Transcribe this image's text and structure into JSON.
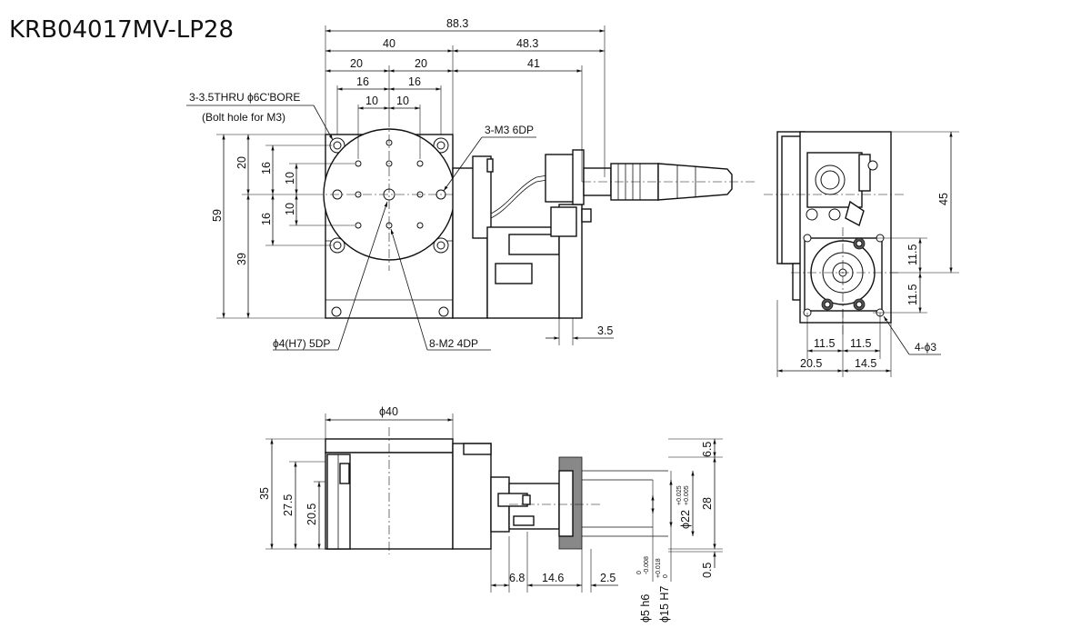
{
  "title": "KRB04017MV-LP28",
  "notes": {
    "thru_bore": "3-3.5THRU ϕ6C'BORE",
    "bolt_hole": "(Bolt hole for M3)",
    "m3_tap": "3-M3 6DP",
    "pin_hole": "ϕ4(H7) 5DP",
    "m2_tap": "8-M2 4DP",
    "side_holes": "4-ϕ3"
  },
  "top_view": {
    "d_88_3": "88.3",
    "d_40": "40",
    "d_48_3": "48.3",
    "d_20_a": "20",
    "d_20_b": "20",
    "d_41": "41",
    "d_16_a": "16",
    "d_16_b": "16",
    "d_10_a": "10",
    "d_10_b": "10",
    "d_3_5": "3.5",
    "v_59": "59",
    "v_39": "39",
    "v_20": "20",
    "v_16_a": "16",
    "v_16_b": "16",
    "v_10_a": "10",
    "v_10_b": "10"
  },
  "end_view": {
    "v_45": "45",
    "v_11_5_a": "11.5",
    "v_11_5_b": "11.5",
    "h_11_5_a": "11.5",
    "h_11_5_b": "11.5",
    "h_20_5": "20.5",
    "h_14_5": "14.5"
  },
  "front_view": {
    "d_phi40": "ϕ40",
    "v_35": "35",
    "v_27_5": "27.5",
    "v_20_5": "20.5",
    "v_6_5": "6.5",
    "v_28": "28",
    "v_0_5": "0.5",
    "h_6_8": "6.8",
    "h_14_6": "14.6",
    "h_2_5": "2.5",
    "phi22": "ϕ22",
    "phi22_tol_upper": "+0.025",
    "phi22_tol_lower": "+0.005",
    "phi5": "ϕ5 h6",
    "phi5_tol_upper": "0",
    "phi5_tol_lower": "-0.008",
    "phi15": "ϕ15 H7",
    "phi15_tol_upper": "+0.018",
    "phi15_tol_lower": "0"
  }
}
